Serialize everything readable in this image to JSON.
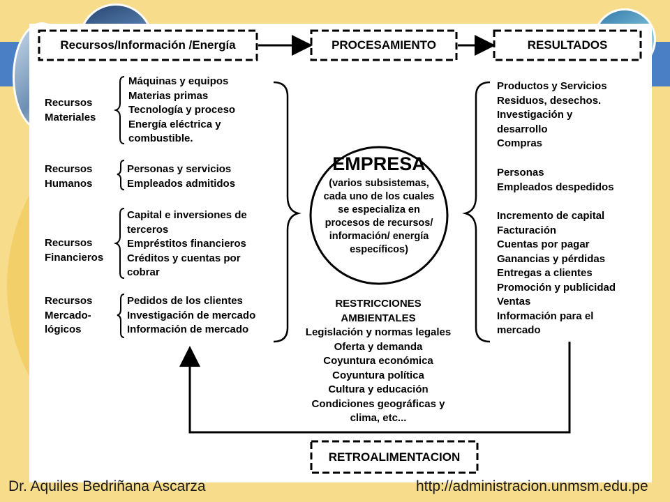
{
  "headers": {
    "inputs": "Recursos/Información /Energía",
    "process": "PROCESAMIENTO",
    "results": "RESULTADOS",
    "feedback": "RETROALIMENTACION"
  },
  "resources": [
    {
      "category": "Recursos\nMateriales",
      "items": "Máquinas y equipos\nMaterias primas\nTecnología y proceso\nEnergía eléctrica y\ncombustible."
    },
    {
      "category": "Recursos\nHumanos",
      "items": "Personas y servicios\nEmpleados admitidos"
    },
    {
      "category": "Recursos\nFinancieros",
      "items": "Capital e inversiones de\nterceros\nEmpréstitos financieros\nCréditos y cuentas por\ncobrar"
    },
    {
      "category": "Recursos\nMercado-\nlógicos",
      "items": "Pedidos de los clientes\nInvestigación de mercado\nInformación de mercado"
    }
  ],
  "center": {
    "title": "EMPRESA",
    "description": "(varios subsistemas,\ncada uno de los cuales\nse especializa en\nprocesos de recursos/\ninformación/ energía\nespecíficos)"
  },
  "restrictions": {
    "title": "RESTRICCIONES\nAMBIENTALES",
    "items": "Legislación y normas legales\nOferta y demanda\nCoyuntura económica\nCoyuntura política\nCultura y educación\nCondiciones geográficas y\nclima, etc..."
  },
  "results": [
    "Productos y Servicios\nResiduos, desechos.\nInvestigación y\ndesarrollo\nCompras",
    "Personas\nEmpleados despedidos",
    "Incremento de capital\nFacturación\nCuentas por pagar\nGanancias y pérdidas\nEntregas a clientes\nPromoción y publicidad\nVentas\nInformación para el\nmercado"
  ],
  "footer": {
    "author": "Dr. Aquiles Bedriñana Ascarza",
    "url": "http://administracion.unmsm.edu.pe"
  }
}
